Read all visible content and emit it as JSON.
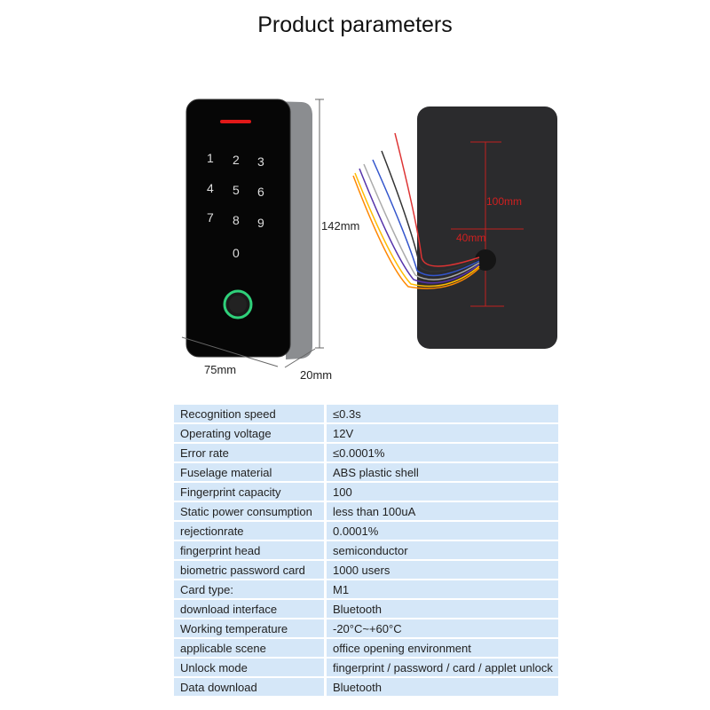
{
  "title": "Product parameters",
  "dimensions": {
    "height": "142mm",
    "width": "75mm",
    "depth": "20mm",
    "mount_vertical": "100mm",
    "mount_horizontal": "40mm"
  },
  "keypad": [
    "1",
    "2",
    "3",
    "4",
    "5",
    "6",
    "7",
    "8",
    "9",
    "0"
  ],
  "params": [
    {
      "k": "Recognition speed",
      "v": "≤0.3s"
    },
    {
      "k": "Operating voltage",
      "v": "12V"
    },
    {
      "k": "Error rate",
      "v": "≤0.0001%"
    },
    {
      "k": "Fuselage material",
      "v": "ABS plastic shell"
    },
    {
      "k": "Fingerprint capacity",
      "v": "100"
    },
    {
      "k": "Static power consumption",
      "v": "less than 100uA"
    },
    {
      "k": "rejectionrate",
      "v": "0.0001%"
    },
    {
      "k": "fingerprint head",
      "v": "semiconductor"
    },
    {
      "k": "biometric password  card",
      "v": "1000 users"
    },
    {
      "k": "Card type:",
      "v": "M1"
    },
    {
      "k": "download interface",
      "v": "Bluetooth"
    },
    {
      "k": "Working temperature",
      "v": "-20°C~+60°C"
    },
    {
      "k": "applicable scene",
      "v": "office opening environment"
    },
    {
      "k": "Unlock mode",
      "v": "fingerprint / password / card / applet unlock"
    },
    {
      "k": "Data download",
      "v": "Bluetooth"
    }
  ]
}
